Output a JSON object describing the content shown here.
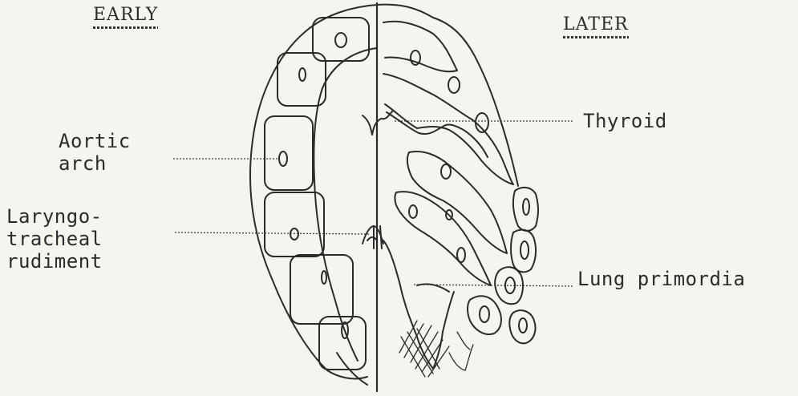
{
  "headings": {
    "early": "EARLY",
    "later": "LATER"
  },
  "labels": {
    "thyroid": "Thyroid",
    "aortic_arch": "Aortic\narch",
    "laryngotracheal": "Laryngo-\ntracheal\nrudiment",
    "lung_primordia": "Lung primordia"
  },
  "colors": {
    "ink": "#2b2b2b",
    "paper": "#f6f4ee"
  }
}
